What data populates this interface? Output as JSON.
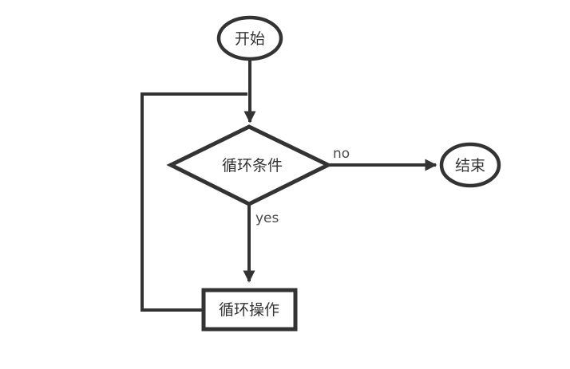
{
  "diagram": {
    "type": "flowchart",
    "background_color": "#ffffff",
    "stroke_color": "#333333",
    "text_color": "#333333",
    "nodes": [
      {
        "id": "start",
        "shape": "ellipse",
        "label": "开始"
      },
      {
        "id": "condition",
        "shape": "diamond",
        "label": "循环条件"
      },
      {
        "id": "end",
        "shape": "ellipse",
        "label": "结束"
      },
      {
        "id": "operation",
        "shape": "rectangle",
        "label": "循环操作"
      }
    ],
    "edges": [
      {
        "from": "start",
        "to": "condition",
        "label": ""
      },
      {
        "from": "condition",
        "to": "end",
        "label": "no"
      },
      {
        "from": "condition",
        "to": "operation",
        "label": "yes"
      },
      {
        "from": "operation",
        "to": "condition",
        "label": ""
      }
    ]
  }
}
